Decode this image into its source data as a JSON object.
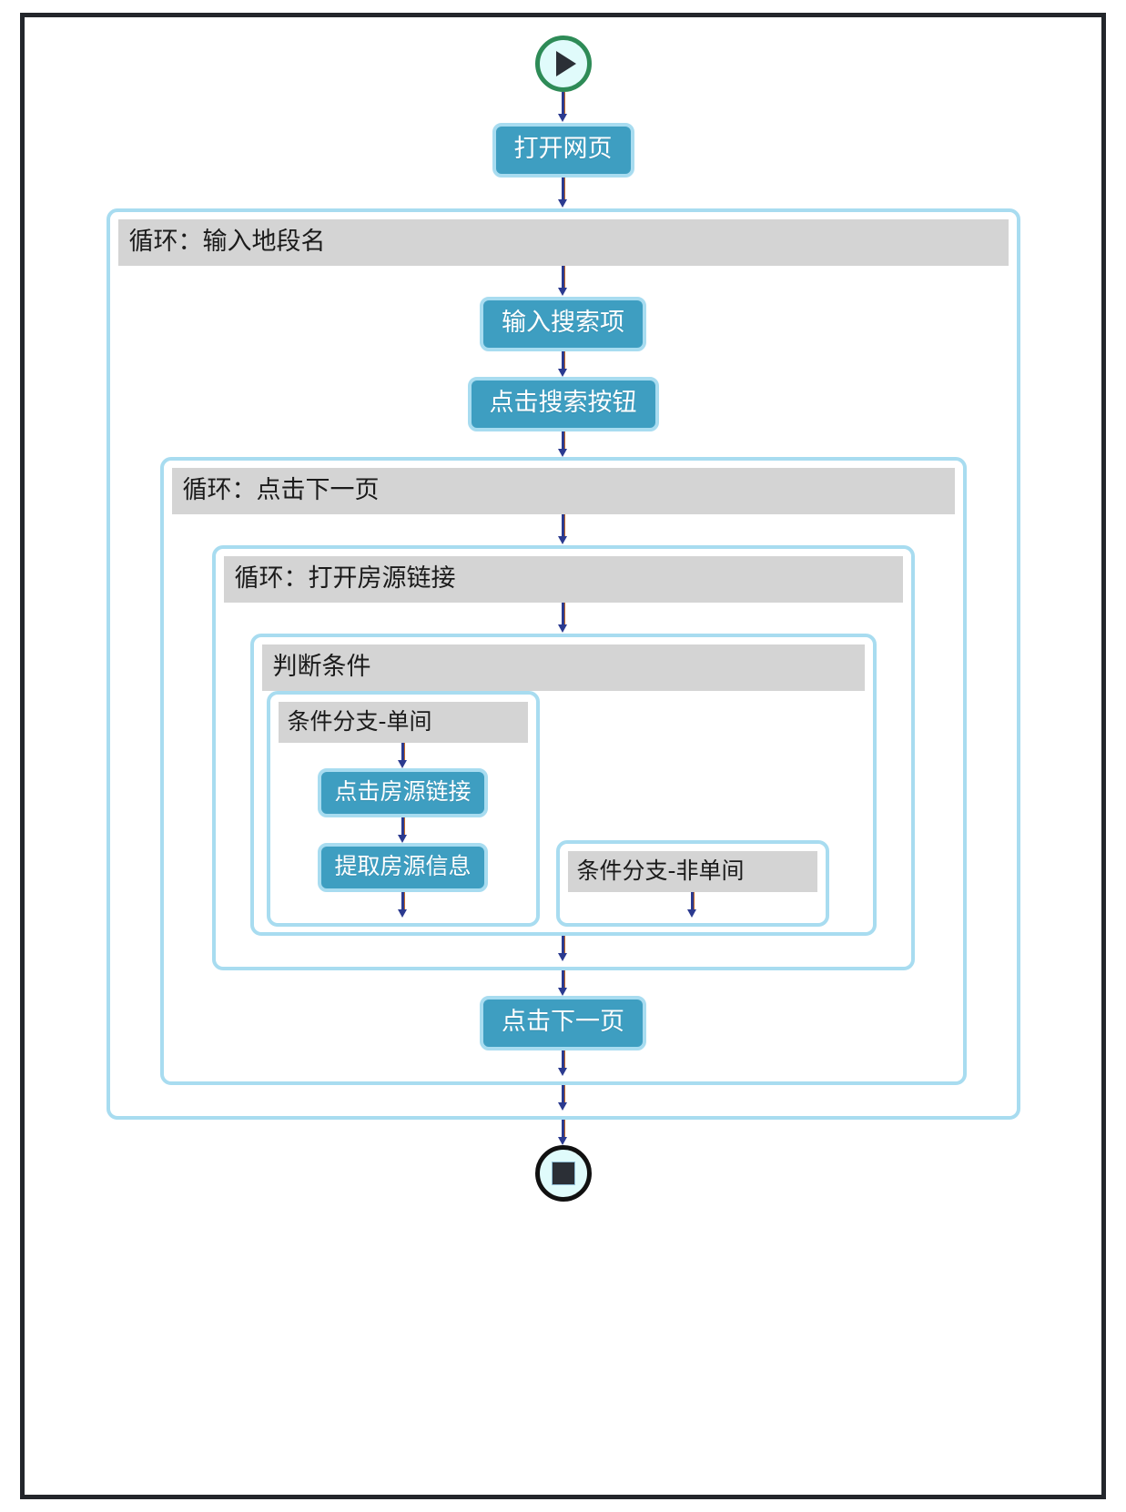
{
  "diagram": {
    "type": "rpa-workflow-flowchart",
    "title": "",
    "colors": {
      "action_fill": "#3e9ec1",
      "action_border": "#a8dcf0",
      "container_border": "#a8dcf0",
      "header_fill": "#d4d4d4",
      "start_border": "#2e8b57",
      "end_border": "#111111",
      "terminator_fill": "#e0fbfb",
      "arrow": "#2b3a8f",
      "frame": "#23262b"
    },
    "start_node": {
      "icon": "play-icon",
      "label": ""
    },
    "end_node": {
      "icon": "stop-icon",
      "label": ""
    },
    "steps": {
      "open_page": "打开网页",
      "input_search_term": "输入搜索项",
      "click_search_button": "点击搜索按钮",
      "click_listing_link": "点击房源链接",
      "extract_listing_info": "提取房源信息",
      "click_next_page": "点击下一页"
    },
    "containers": {
      "loop_district": "循环：输入地段名",
      "loop_next_page": "循环：点击下一页",
      "loop_open_listing": "循环：打开房源链接",
      "condition": "判断条件",
      "branch_single": "条件分支-单间",
      "branch_non_single": "条件分支-非单间"
    }
  }
}
